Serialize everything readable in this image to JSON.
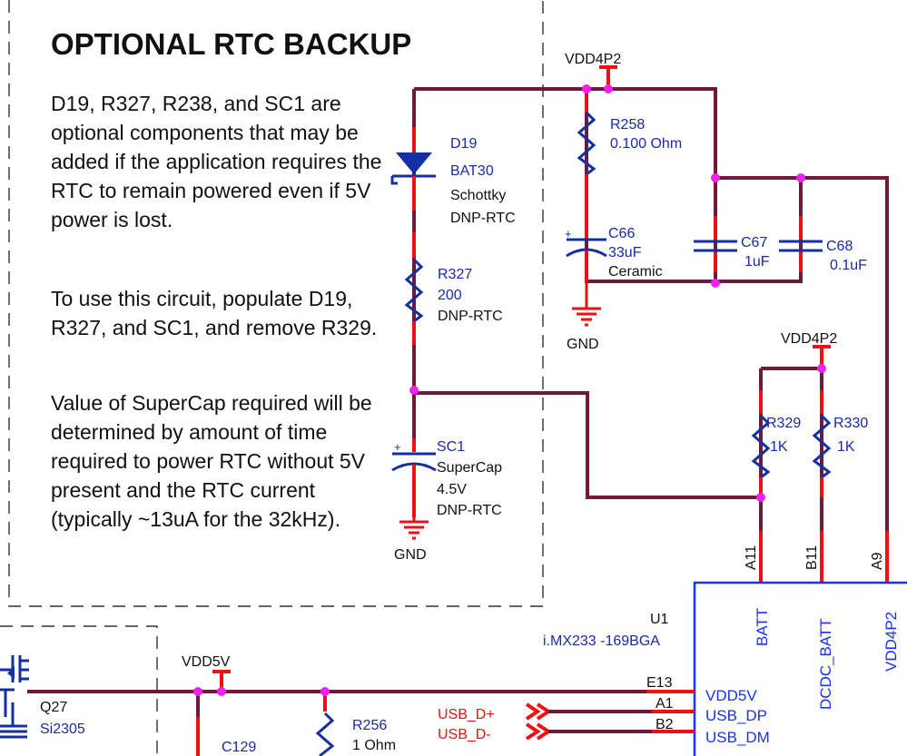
{
  "note": {
    "title": "OPTIONAL RTC BACKUP",
    "p1": "D19, R327, R238, and SC1 are optional components that may be added if the application requires the RTC to remain powered even if 5V power is lost.",
    "p2": "To use this circuit, populate D19, R327, and SC1, and remove R329.",
    "p3": "Value of SuperCap required will be determined by amount of time required to power RTC without 5V present and the RTC current (typically ~13uA for the 32kHz)."
  },
  "nets": {
    "vdd4p2_top": "VDD4P2",
    "vdd4p2_right": "VDD4P2",
    "vdd5v": "VDD5V",
    "gnd1": "GND",
    "gnd2": "GND",
    "usb_dp": "USB_D+",
    "usb_dm": "USB_D-"
  },
  "parts": {
    "r258": {
      "ref": "R258",
      "value": "0.100 Ohm"
    },
    "d19": {
      "ref": "D19",
      "value": "BAT30",
      "type": "Schottky",
      "dnp": "DNP-RTC"
    },
    "r327": {
      "ref": "R327",
      "value": "200",
      "dnp": "DNP-RTC"
    },
    "c66": {
      "ref": "C66",
      "value": "33uF",
      "type": "Ceramic"
    },
    "c67": {
      "ref": "C67",
      "value": "1uF"
    },
    "c68": {
      "ref": "C68",
      "value": "0.1uF"
    },
    "r329": {
      "ref": "R329",
      "value": "1K"
    },
    "r330": {
      "ref": "R330",
      "value": "1K"
    },
    "sc1": {
      "ref": "SC1",
      "value": "SuperCap",
      "voltage": "4.5V",
      "dnp": "DNP-RTC"
    },
    "q27": {
      "ref": "Q27",
      "value": "Si2305"
    },
    "r256": {
      "ref": "R256",
      "value": "1 Ohm"
    },
    "c129": {
      "ref": "C129"
    },
    "u1": {
      "ref": "U1",
      "value": "i.MX233 -169BGA"
    }
  },
  "u1_pins": {
    "a11": "A11",
    "b11": "B11",
    "a9": "A9",
    "e13": "E13",
    "a1": "A1",
    "b2": "B2",
    "batt": "BATT",
    "dcdc_batt": "DCDC_BATT",
    "vdd4p2": "VDD4P2",
    "vdd5v": "VDD5V",
    "usb_dp": "USB_DP",
    "usb_dm": "USB_DM"
  },
  "colors": {
    "wire": "#6e1a3a",
    "pin": "#ee1111",
    "part": "#1530a0",
    "junction": "#ee22ee",
    "ic_border": "#1a30ff"
  }
}
